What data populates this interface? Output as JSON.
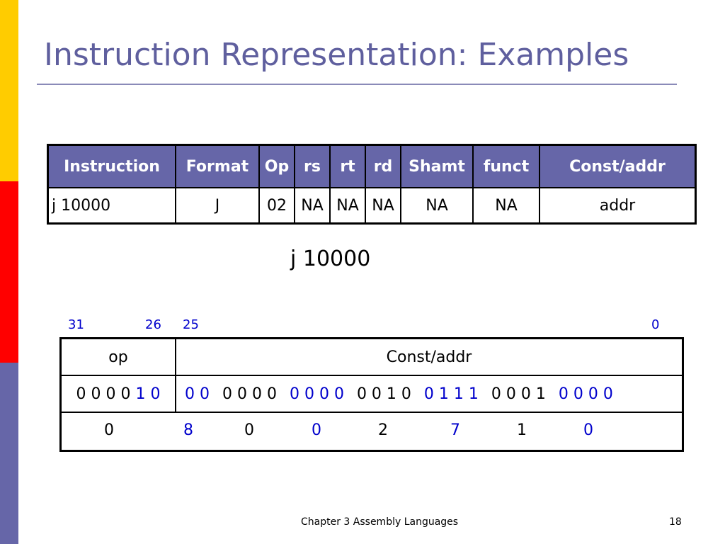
{
  "slide": {
    "title": "Instruction Representation: Examples",
    "subtitle": "j 10000",
    "footer": "Chapter 3 Assembly Languages",
    "page_number": "18"
  },
  "instruction_table": {
    "headers": [
      "Instruction",
      "Format",
      "Op",
      "rs",
      "rt",
      "rd",
      "Shamt",
      "funct",
      "Const/addr"
    ],
    "row": [
      "j 10000",
      "J",
      "02",
      "NA",
      "NA",
      "NA",
      "NA",
      "NA",
      "addr"
    ]
  },
  "bit_numbers": [
    "31",
    "26",
    "25",
    "0"
  ],
  "encoding": {
    "fields": [
      "op",
      "Const/addr"
    ],
    "op_bits": [
      "0 0 0 0",
      "1 0"
    ],
    "addr_groups": [
      "0 0",
      "0 0 0 0",
      "0 0 0 0",
      "0 0 1 0",
      "0 1 1 1",
      "0 0 0 1",
      "0 0 0 0"
    ],
    "hex_digits": [
      "0",
      "8",
      "0",
      "0",
      "2",
      "7",
      "1",
      "0"
    ]
  },
  "colors": {
    "accent_blue": "#0000CC",
    "header_fill": "#6666A8",
    "title": "#5F5F9E"
  }
}
